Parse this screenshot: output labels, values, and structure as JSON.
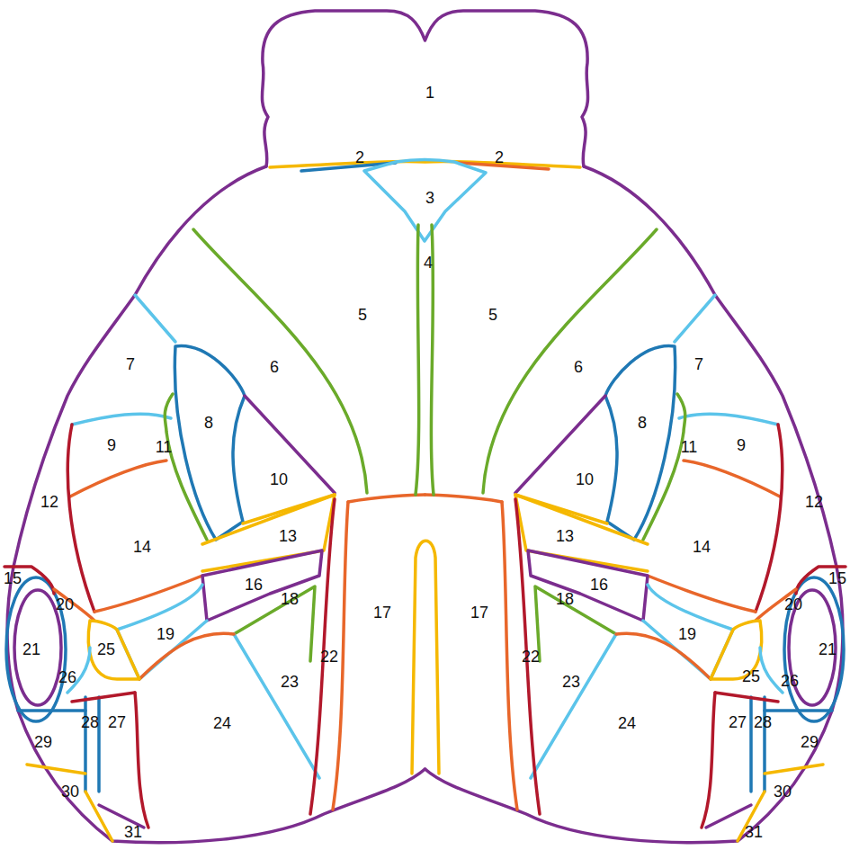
{
  "diagram": {
    "labels": [
      "1",
      "2",
      "2",
      "3",
      "4",
      "5",
      "5",
      "6",
      "6",
      "7",
      "7",
      "8",
      "8",
      "9",
      "9",
      "10",
      "10",
      "11",
      "11",
      "12",
      "12",
      "13",
      "13",
      "14",
      "14",
      "15",
      "15",
      "16",
      "16",
      "17",
      "17",
      "18",
      "18",
      "19",
      "19",
      "20",
      "20",
      "21",
      "21",
      "22",
      "22",
      "23",
      "23",
      "24",
      "24",
      "25",
      "25",
      "26",
      "26",
      "27",
      "27",
      "28",
      "28",
      "29",
      "29",
      "30",
      "30",
      "31",
      "31"
    ]
  }
}
